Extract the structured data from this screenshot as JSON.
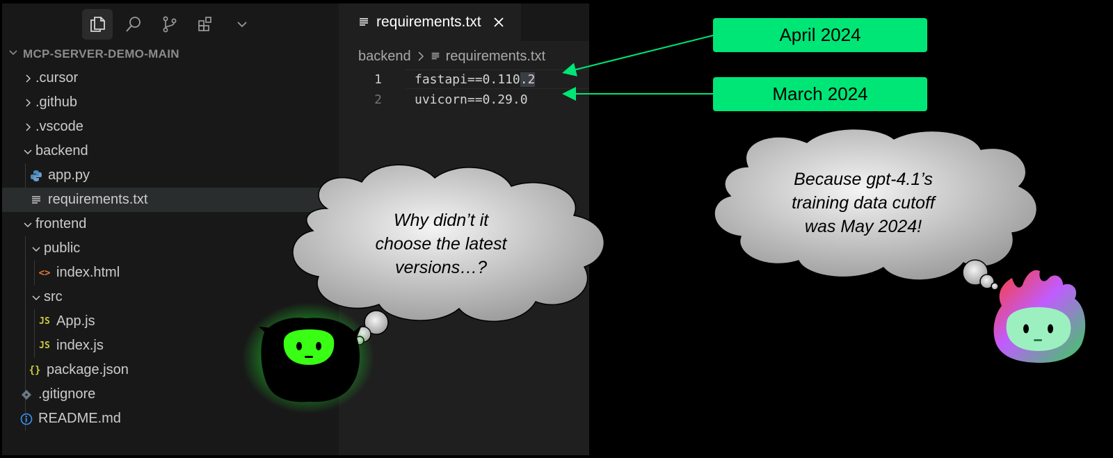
{
  "sidebar": {
    "project_name": "MCP-SERVER-DEMO-MAIN",
    "activity_icons": [
      "explorer-icon",
      "search-icon",
      "source-control-icon",
      "extensions-icon",
      "chevron-down-icon"
    ],
    "tree": [
      {
        "label": ".cursor"
      },
      {
        "label": ".github"
      },
      {
        "label": ".vscode"
      },
      {
        "label": "backend"
      },
      {
        "label": "app.py"
      },
      {
        "label": "requirements.txt"
      },
      {
        "label": "frontend"
      },
      {
        "label": "public"
      },
      {
        "label": "index.html",
        "icon_text": "<>"
      },
      {
        "label": "src"
      },
      {
        "label": "App.js",
        "icon_text": "JS"
      },
      {
        "label": "index.js",
        "icon_text": "JS"
      },
      {
        "label": "package.json",
        "icon_text": "{}"
      },
      {
        "label": ".gitignore"
      },
      {
        "label": "README.md"
      }
    ]
  },
  "editor": {
    "tab_label": "requirements.txt",
    "breadcrumb": {
      "folder": "backend",
      "file": "requirements.txt"
    },
    "lines": [
      {
        "number": "1",
        "before": "fastapi==0.110",
        "selected": ".2"
      },
      {
        "number": "2",
        "text": "uvicorn==0.29.0"
      }
    ]
  },
  "annotations": {
    "tag_1": "April 2024",
    "tag_2": "March 2024",
    "cloud_left": [
      "Why didn’t it",
      "choose the latest",
      "versions…?"
    ],
    "cloud_right": [
      "Because gpt-4.1’s",
      "training data cutoff",
      "was May 2024!"
    ]
  },
  "colors": {
    "accent_green": "#00e676",
    "sidebar_bg": "#181818",
    "editor_bg": "#1f1f1f",
    "js_yellow": "#cbcb41",
    "html_orange": "#e37933",
    "info_blue": "#3794ff"
  }
}
